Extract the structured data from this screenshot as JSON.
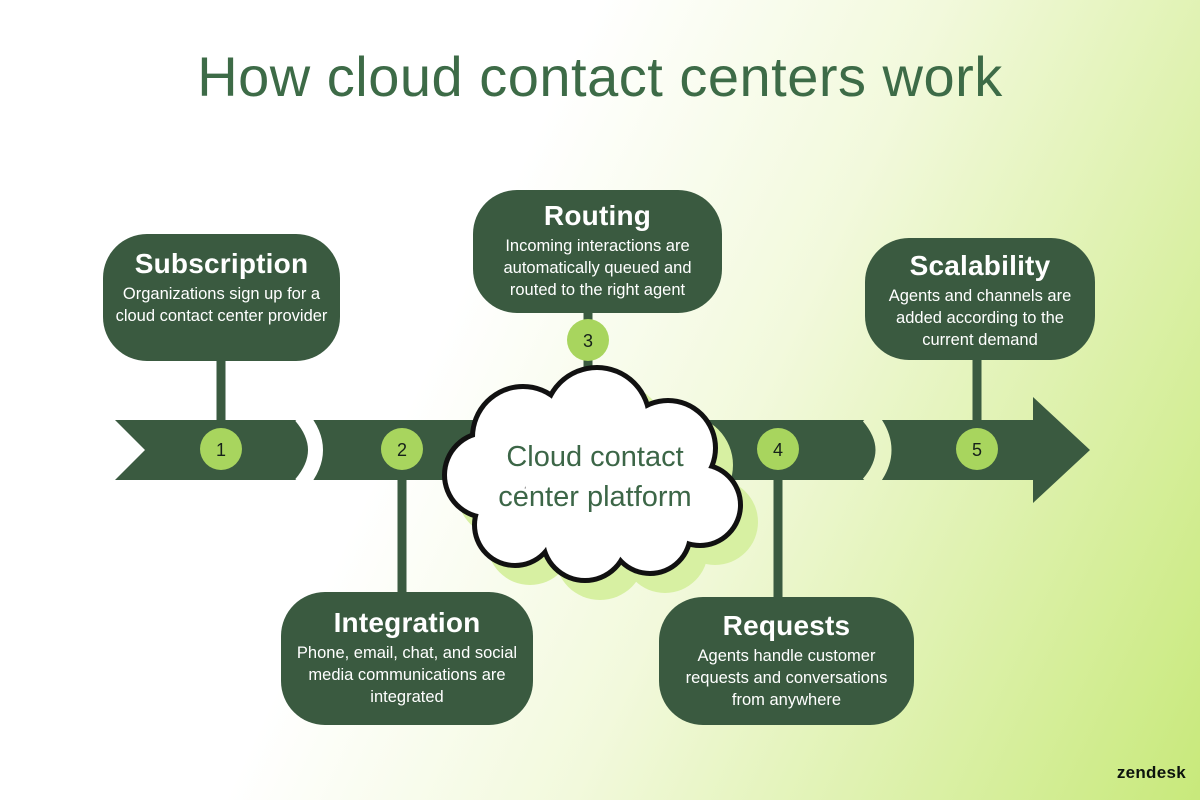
{
  "title": "How cloud contact centers work",
  "brand": {
    "logo_text": "zendesk"
  },
  "cloud": {
    "line1": "Cloud contact",
    "line2": "center platform"
  },
  "steps": [
    {
      "number": "1",
      "title": "Subscription",
      "description": "Organizations sign up for a cloud contact center provider",
      "card_position": "top"
    },
    {
      "number": "2",
      "title": "Integration",
      "description": "Phone, email, chat, and social media communications are integrated",
      "card_position": "bottom"
    },
    {
      "number": "3",
      "title": "Routing",
      "description": "Incoming interactions are automatically queued and routed to the right agent",
      "card_position": "top"
    },
    {
      "number": "4",
      "title": "Requests",
      "description": "Agents handle customer requests and  conversations from anywhere",
      "card_position": "bottom"
    },
    {
      "number": "5",
      "title": "Scalability",
      "description": "Agents and channels are added according to the current demand",
      "card_position": "top"
    }
  ],
  "colors": {
    "dark_green": "#3a5a40",
    "title_green": "#3d6b47",
    "step_circle_green": "#a8d55e",
    "cloud_shadow_lime": "#d7f0a2",
    "background_lime": "#c8e97b",
    "cloud_outline": "#111111"
  }
}
